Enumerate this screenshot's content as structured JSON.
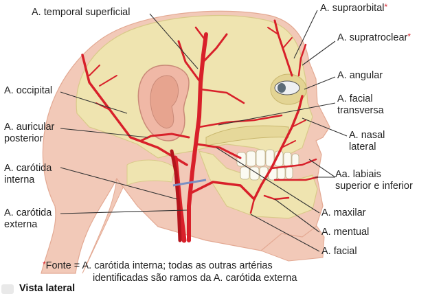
{
  "labels": {
    "temporal_superficial": "A. temporal superficial",
    "supraorbital": "A. supraorbital",
    "supratroclear": "A. supratroclear",
    "angular": "A. angular",
    "facial_transversa_l1": "A. facial",
    "facial_transversa_l2": "transversa",
    "nasal_lateral_l1": "A. nasal",
    "nasal_lateral_l2": "lateral",
    "labiais_l1": "Aa. labiais",
    "labiais_l2": "superior e inferior",
    "occipital": "A. occipital",
    "auricular_l1": "A. auricular",
    "auricular_l2": "posterior",
    "carotida_interna_l1": "A. carótida",
    "carotida_interna_l2": "interna",
    "carotida_externa_l1": "A. carótida",
    "carotida_externa_l2": "externa",
    "maxilar": "A. maxilar",
    "mentual": "A. mentual",
    "facial": "A. facial"
  },
  "asterisk": "*",
  "footnote": {
    "line1": "Fonte = A. carótida interna; todas as outras artérias",
    "line2": "identificadas são ramos da A. carótida externa"
  },
  "view_label": "Vista lateral",
  "colors": {
    "artery": "#d8202a",
    "artery_dark": "#b3141c",
    "bone": "#efe4b0",
    "bone_shade": "#d9c98a",
    "skin": "#f2c9b8",
    "skin_shade": "#e3a993",
    "tooth": "#fbfaf2",
    "leader": "#333333",
    "text": "#222222"
  }
}
